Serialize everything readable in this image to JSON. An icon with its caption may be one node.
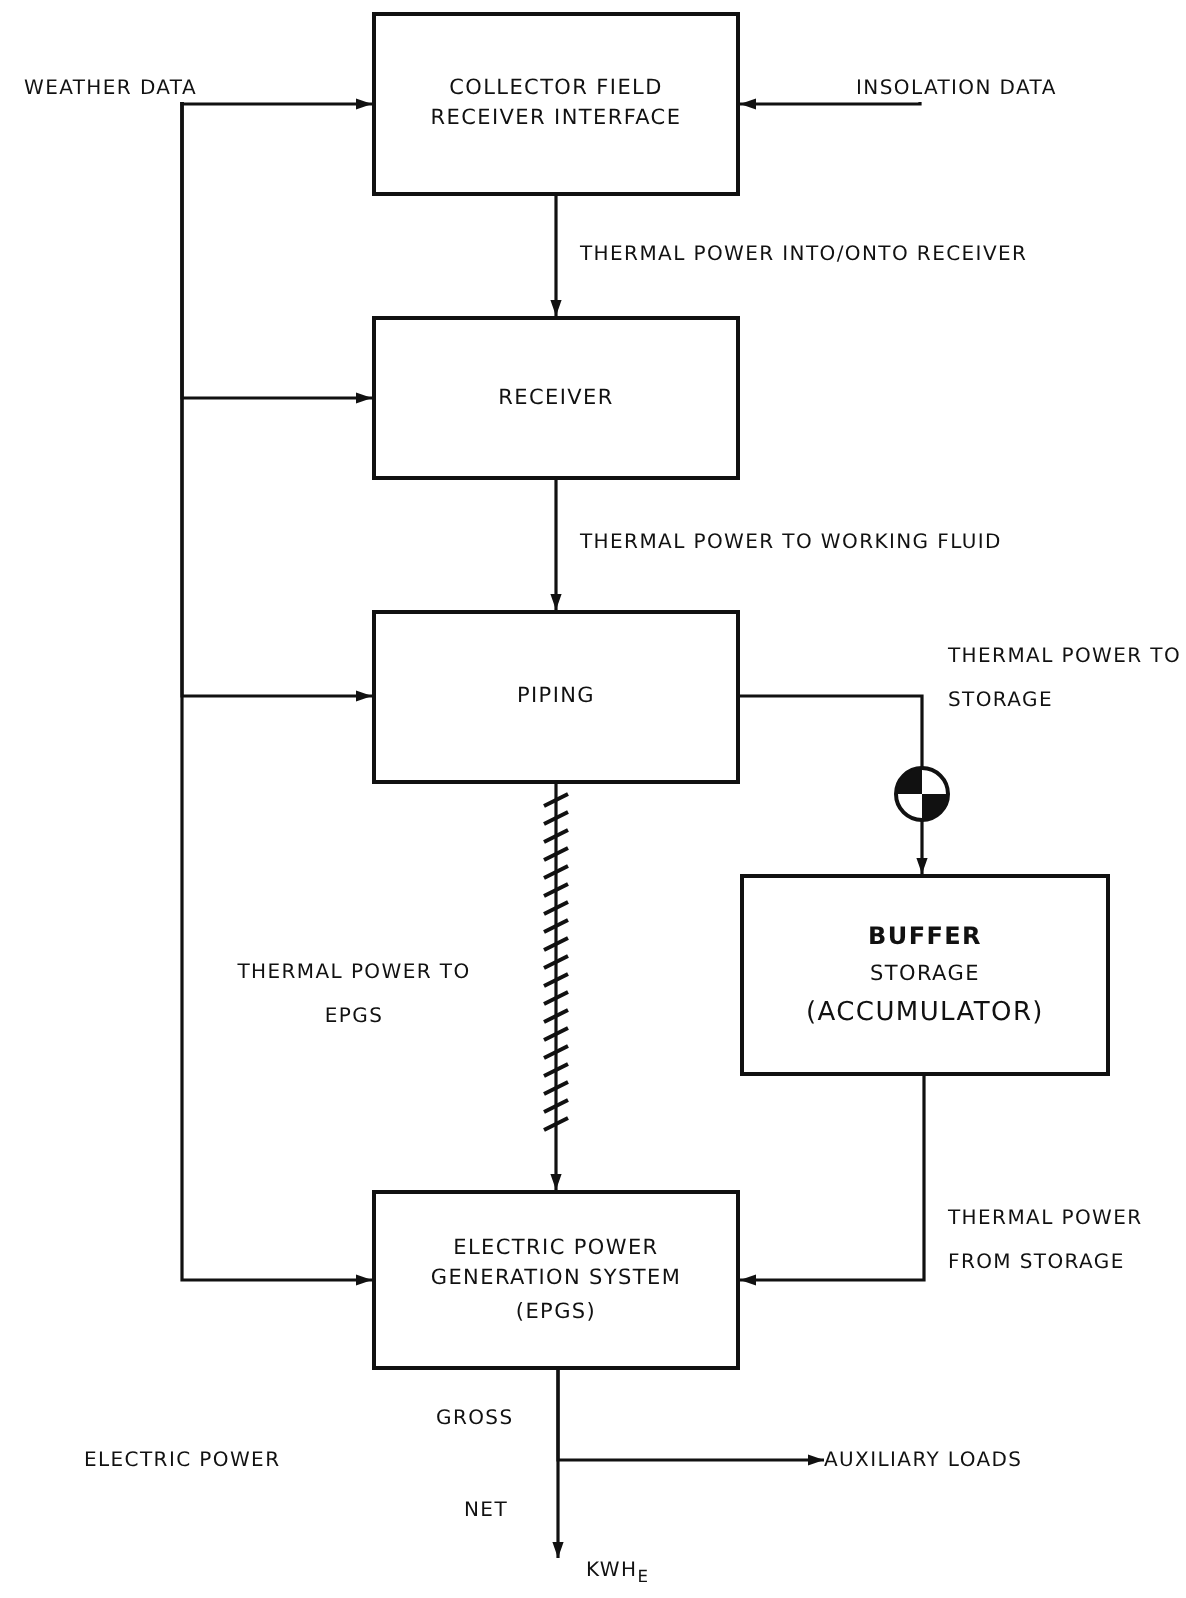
{
  "diagram": {
    "nodes": [
      {
        "text": [
          "COLLECTOR FIELD RECEIVER INTERFACE"
        ]
      },
      {
        "text": [
          "RECEIVER"
        ]
      },
      {
        "text": [
          "PIPING"
        ]
      },
      {
        "text": [
          "BUFFER",
          "STORAGE",
          "(ACCUMULATOR)"
        ]
      },
      {
        "text": [
          "ELECTRIC POWER GENERATION SYSTEM",
          "(EPGS)"
        ]
      },
      {
        "text": [
          "WEATHER DATA"
        ]
      },
      {
        "text": [
          "INSOLATION DATA"
        ]
      },
      {
        "text": [
          "AUXILIARY LOADS"
        ]
      },
      {
        "text": [
          "KWH$_{E}$"
        ]
      }
    ],
    "edges": [
      {
        "from": 0,
        "to": 1,
        "arrow": "to",
        "label": "THERMAL POWER INTO/ONTO RECEIVER"
      },
      {
        "from": 1,
        "to": 2,
        "arrow": "to",
        "label": "THERMAL POWER TO WORKING FLUID"
      },
      {
        "from": 2,
        "to": 3,
        "arrow": "to",
        "label": "THERMAL POWER TO STORAGE"
      },
      {
        "from": 2,
        "to": 4,
        "arrow": "to",
        "label": "THERMAL POWER TO EPGS"
      },
      {
        "from": 3,
        "to": 4,
        "arrow": "to",
        "label": "THERMAL POWER FROM STORAGE"
      },
      {
        "from": 5,
        "to": 0,
        "arrow": "to"
      },
      {
        "from": 5,
        "to": 1,
        "arrow": "to"
      },
      {
        "from": 5,
        "to": 2,
        "arrow": "to"
      },
      {
        "from": 5,
        "to": 4,
        "arrow": "to"
      },
      {
        "from": 6,
        "to": 0,
        "arrow": "to"
      },
      {
        "from": 4,
        "to": 7,
        "arrow": "to"
      },
      {
        "from": 4,
        "to": 8,
        "arrow": "to",
        "label": "NET"
      }
    ],
    "labels": [
      "GROSS",
      "ELECTRIC POWER"
    ]
  }
}
